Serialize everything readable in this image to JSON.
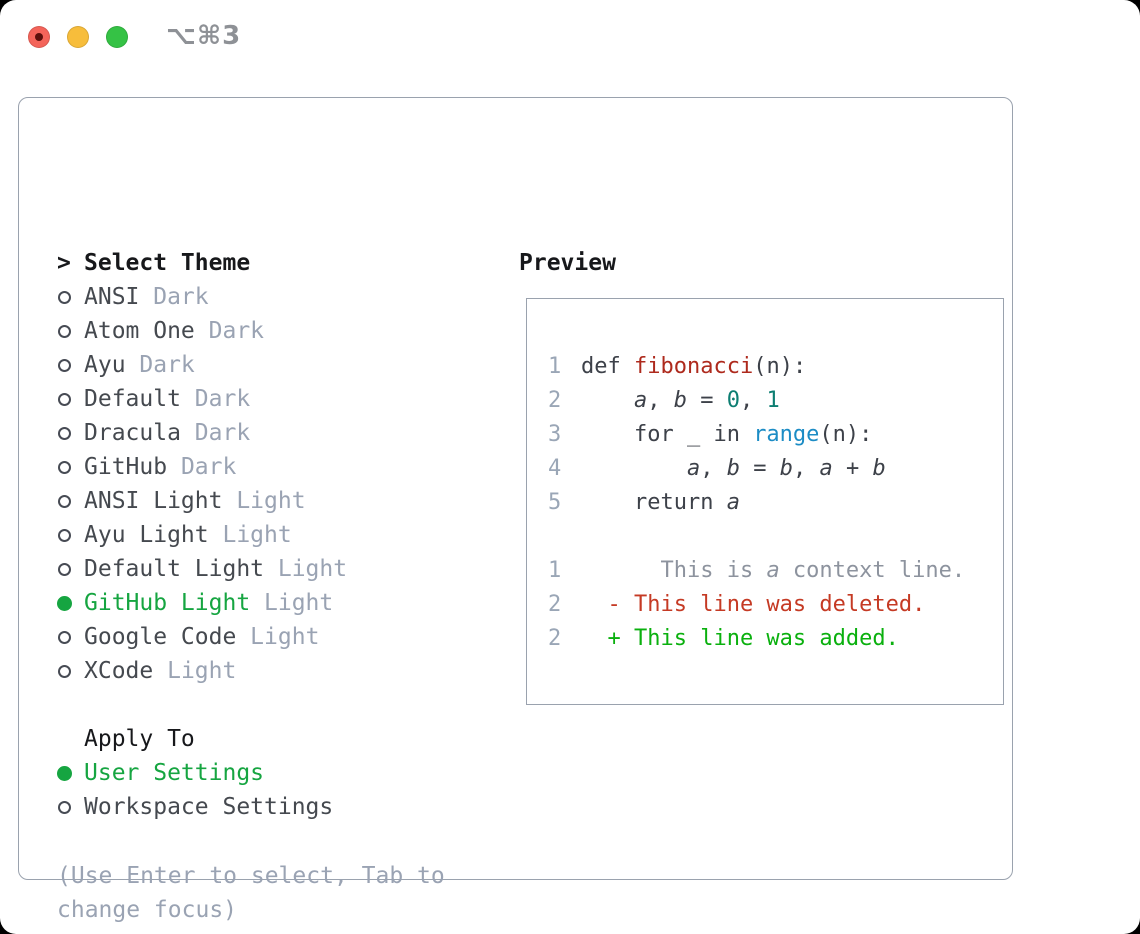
{
  "window": {
    "title": "⌥⌘3",
    "traffic_lights": [
      "close",
      "minimize",
      "zoom"
    ]
  },
  "theme_panel": {
    "header": {
      "cursor": ">",
      "label": "Select Theme"
    },
    "themes": [
      {
        "name": "ANSI",
        "variant": "Dark",
        "selected": false
      },
      {
        "name": "Atom One",
        "variant": "Dark",
        "selected": false
      },
      {
        "name": "Ayu",
        "variant": "Dark",
        "selected": false
      },
      {
        "name": "Default",
        "variant": "Dark",
        "selected": false
      },
      {
        "name": "Dracula",
        "variant": "Dark",
        "selected": false
      },
      {
        "name": "GitHub",
        "variant": "Dark",
        "selected": false
      },
      {
        "name": "ANSI Light",
        "variant": "Light",
        "selected": false
      },
      {
        "name": "Ayu Light",
        "variant": "Light",
        "selected": false
      },
      {
        "name": "Default Light",
        "variant": "Light",
        "selected": false
      },
      {
        "name": "GitHub Light",
        "variant": "Light",
        "selected": true
      },
      {
        "name": "Google Code",
        "variant": "Light",
        "selected": false
      },
      {
        "name": "XCode",
        "variant": "Light",
        "selected": false
      }
    ],
    "apply_to": {
      "label": "Apply To",
      "options": [
        {
          "name": "User Settings",
          "selected": true
        },
        {
          "name": "Workspace Settings",
          "selected": false
        }
      ]
    },
    "help_text": "(Use Enter to select, Tab to change focus)"
  },
  "preview": {
    "label": "Preview",
    "lines": [
      {
        "no": "1",
        "tokens": [
          {
            "t": "def ",
            "s": "plain"
          },
          {
            "t": "fibonacci",
            "s": "fnred"
          },
          {
            "t": "(n):",
            "s": "plain"
          }
        ]
      },
      {
        "no": "2",
        "tokens": [
          {
            "t": "    ",
            "s": "plain"
          },
          {
            "t": "a",
            "s": "var"
          },
          {
            "t": ", ",
            "s": "plain"
          },
          {
            "t": "b",
            "s": "var"
          },
          {
            "t": " = ",
            "s": "plain"
          },
          {
            "t": "0",
            "s": "num"
          },
          {
            "t": ", ",
            "s": "plain"
          },
          {
            "t": "1",
            "s": "num"
          }
        ]
      },
      {
        "no": "3",
        "tokens": [
          {
            "t": "    for _ in ",
            "s": "plain"
          },
          {
            "t": "range",
            "s": "fnblue"
          },
          {
            "t": "(n):",
            "s": "plain"
          }
        ]
      },
      {
        "no": "4",
        "tokens": [
          {
            "t": "        ",
            "s": "plain"
          },
          {
            "t": "a",
            "s": "var"
          },
          {
            "t": ", ",
            "s": "plain"
          },
          {
            "t": "b",
            "s": "var"
          },
          {
            "t": " = ",
            "s": "plain"
          },
          {
            "t": "b",
            "s": "var"
          },
          {
            "t": ", ",
            "s": "plain"
          },
          {
            "t": "a",
            "s": "var"
          },
          {
            "t": " + ",
            "s": "plain"
          },
          {
            "t": "b",
            "s": "var"
          }
        ]
      },
      {
        "no": "5",
        "tokens": [
          {
            "t": "    return ",
            "s": "plain"
          },
          {
            "t": "a",
            "s": "var"
          }
        ]
      },
      {
        "no": "",
        "tokens": []
      },
      {
        "no": "1",
        "tokens": [
          {
            "t": "      This is ",
            "s": "ctx"
          },
          {
            "t": "a",
            "s": "ctx-var"
          },
          {
            "t": " context line.",
            "s": "ctx"
          }
        ]
      },
      {
        "no": "2",
        "tokens": [
          {
            "t": "  - This line was deleted.",
            "s": "del"
          }
        ]
      },
      {
        "no": "2",
        "tokens": [
          {
            "t": "  + This line was added.",
            "s": "add"
          }
        ]
      }
    ]
  },
  "colors": {
    "green": "#16a541",
    "code_function_red": "#ae2a1d",
    "code_number_teal": "#0d7e72",
    "code_builtin_blue": "#1c8cc5",
    "diff_deleted": "#c53a24",
    "diff_added": "#0ab00e",
    "muted_gray": "#9aa3b3",
    "border_gray": "#9aa2ae"
  }
}
